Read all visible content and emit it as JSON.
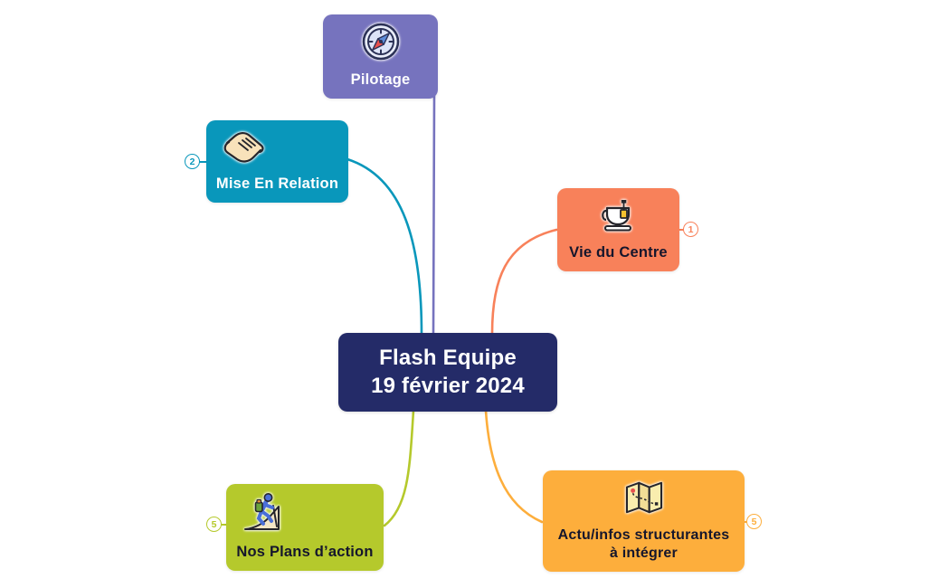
{
  "canvas": {
    "background": "#ffffff"
  },
  "center": {
    "title_line1": "Flash Equipe",
    "title_line2": "19 février 2024",
    "color": "#242b68",
    "text_color": "#ffffff"
  },
  "nodes": [
    {
      "id": "pilotage",
      "label": "Pilotage",
      "icon": "compass-icon",
      "color": "#7673be",
      "text_color": "#ffffff",
      "badge": ""
    },
    {
      "id": "mise-en-relation",
      "label": "Mise En Relation",
      "icon": "handshake-icon",
      "color": "#0997bb",
      "text_color": "#ffffff",
      "badge": "2",
      "badge_side": "left"
    },
    {
      "id": "vie-du-centre",
      "label": "Vie du Centre",
      "icon": "teacup-icon",
      "color": "#f8815a",
      "text_color": "#15162c",
      "badge": "1",
      "badge_side": "right"
    },
    {
      "id": "nos-plans-daction",
      "label": "Nos Plans d’action",
      "icon": "hiker-icon",
      "color": "#b5c92c",
      "text_color": "#15162c",
      "badge": "5",
      "badge_side": "left"
    },
    {
      "id": "actu-infos",
      "label_line1": "Actu/infos structurantes",
      "label_line2": "à intégrer",
      "icon": "map-icon",
      "color": "#fdae3c",
      "text_color": "#15162c",
      "badge": "5",
      "badge_side": "right"
    }
  ]
}
